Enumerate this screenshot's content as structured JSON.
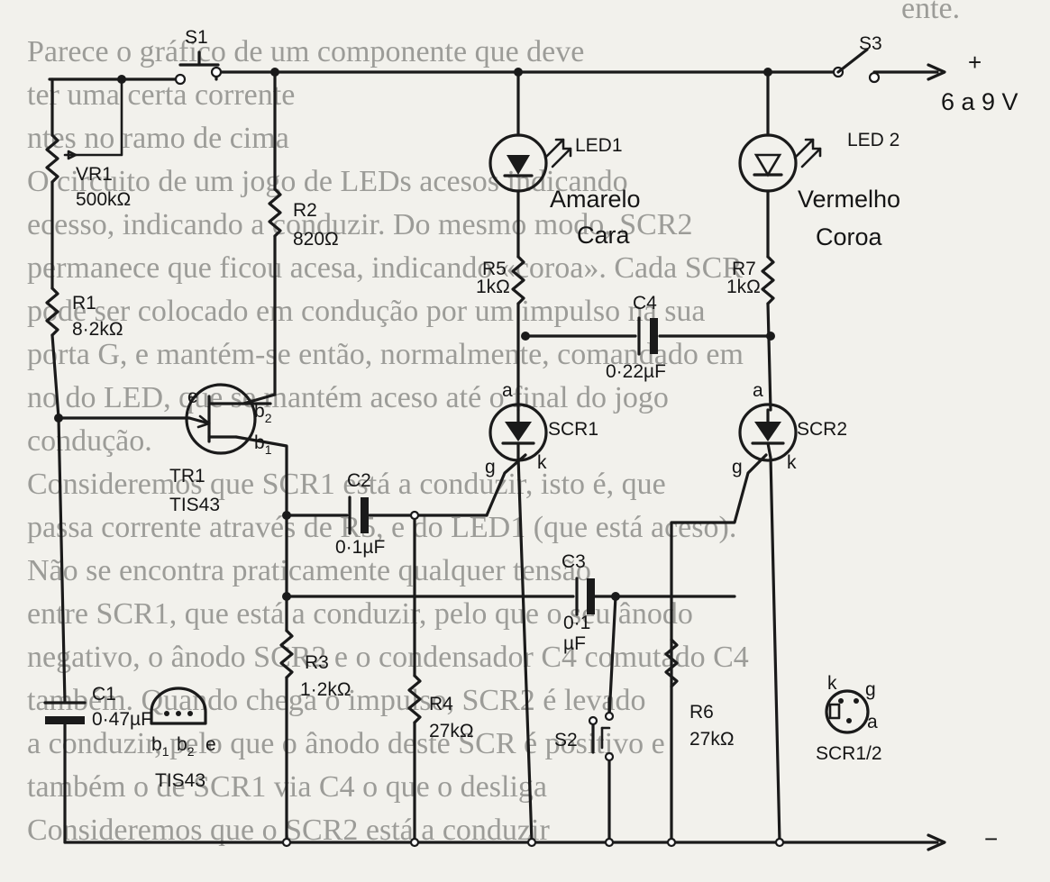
{
  "background_text": [
    "ente.",
    "Parece o gráfico de um componente que deve",
    "ter uma certa corrente",
    "ntes no ramo de cima",
    "O circuito de um jogo de LEDs acesos indicando",
    "ecesso, indicando a conduzir. Do mesmo modo, SCR2",
    "permanece que ficou acesa, indicando «coroa». Cada SCR",
    "pode ser colocado em condução por um impulso na sua",
    "porta G, e mantém-se então, normalmente, comandado em",
    "no do LED, que se mantém aceso até o final do jogo",
    "condução.",
    "Consideremos que SCR1 está a conduzir, isto é, que",
    "passa corrente através de R5, e do LED1 (que está aceso).",
    "Não se encontra praticamente qualquer tensão",
    "entre SCR1, que está a conduzir, pelo que o seu ânodo",
    "negativo, o ânodo SCR2 e o condensador C4 comutado C4",
    "também. Quando chega o impulso, SCR2 é levado",
    "a conduzir, pelo que o ânodo deste SCR é positivo e",
    "também o de SCR1 via C4 o que o desliga",
    "Consideremos que o SCR2 está a conduzir"
  ],
  "labels": {
    "S1": "S1",
    "S2": "S2",
    "S3": "S3",
    "VR1": "VR1",
    "VR1_val": "500kΩ",
    "R1": "R1",
    "R1_val": "8·2kΩ",
    "R2": "R2",
    "R2_val": "820Ω",
    "R3": "R3",
    "R3_val": "1·2kΩ",
    "R4": "R4",
    "R4_val": "27kΩ",
    "R5": "R5",
    "R5_val": "1kΩ",
    "R6": "R6",
    "R6_val": "27kΩ",
    "R7": "R7",
    "R7_val": "1kΩ",
    "C1": "C1",
    "C1_val": "0·47µF",
    "C2": "C2",
    "C2_val": "0·1µF",
    "C3": "C3",
    "C3_val1": "0·1",
    "C3_val2": "µF",
    "C4": "C4",
    "C4_val": "0·22µF",
    "TR1": "TR1",
    "TR1_type": "TIS43",
    "tr_e": "e",
    "tr_b2": "b",
    "tr_b2_sub": "2",
    "tr_b1": "b",
    "tr_b1_sub": "1",
    "LED1": "LED1",
    "LED2": "LED 2",
    "led1_color": "Amarelo",
    "led1_side": "Cara",
    "led2_color": "Vermelho",
    "led2_side": "Coroa",
    "SCR1": "SCR1",
    "SCR2": "SCR2",
    "scr1_a": "a",
    "scr1_g": "g",
    "scr1_k": "k",
    "scr2_a": "a",
    "scr2_g": "g",
    "scr2_k": "k",
    "supply": "6 a 9 V",
    "plus": "+",
    "minus": "−",
    "pin_b1": "b",
    "pin_b1_sub": "1",
    "pin_b2": "b",
    "pin_b2_sub": "2",
    "pin_e": "e",
    "pin_type": "TIS43",
    "scr_pin_k": "k",
    "scr_pin_g": "g",
    "scr_pin_a": "a",
    "scr_pin_type": "SCR1/2"
  }
}
